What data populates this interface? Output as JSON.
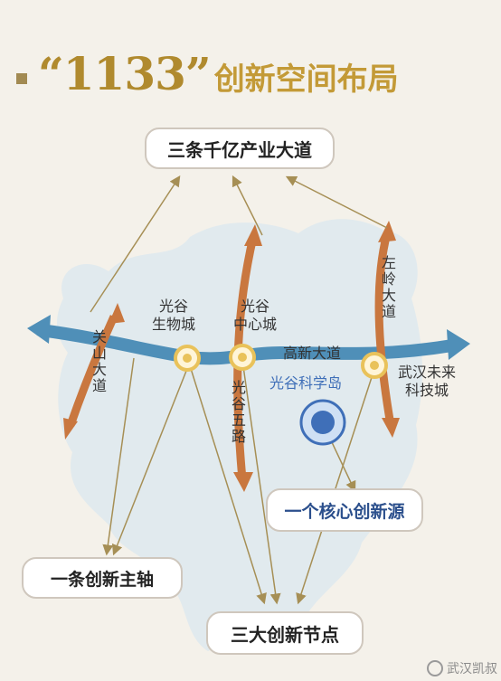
{
  "title": {
    "number": "“1133”",
    "text": "创新空间布局"
  },
  "boxes": {
    "avenues": "三条千亿产业大道",
    "nodes": "三大创新节点",
    "axis": "一条创新主轴",
    "core": "一个核心创新源"
  },
  "labels": {
    "bio_city": [
      "光谷",
      "生物城"
    ],
    "center_city": [
      "光谷",
      "中心城"
    ],
    "future_city": [
      "武汉未来",
      "科技城"
    ],
    "gaoxin": "高新大道",
    "island": "光谷科学岛",
    "guanshan": "关山大道",
    "guanggu5": "光谷五路",
    "zuoling": "左岭大道"
  },
  "watermark": "武汉凯叔",
  "colors": {
    "axis": "#4f8fb8",
    "road": "#c9773f",
    "arrow": "#a68f55",
    "node_ring": "#e9c25a",
    "core": "#3f6fb8",
    "map": "#dde9ef"
  }
}
